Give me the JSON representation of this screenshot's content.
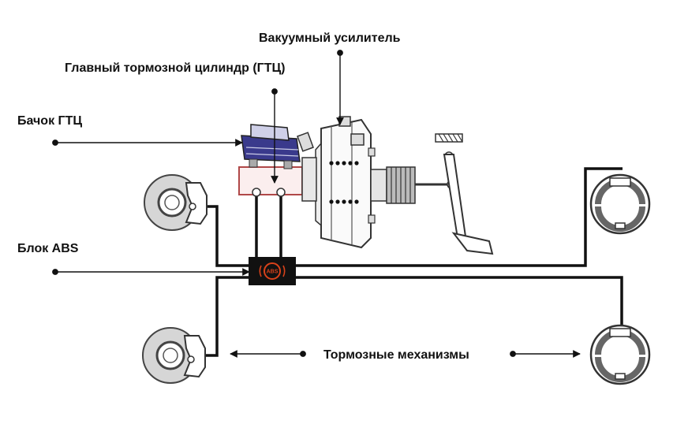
{
  "labels": {
    "vacuum_booster": "Вакуумный усилитель",
    "master_cylinder": "Главный тормозной цилиндр (ГТЦ)",
    "reservoir": "Бачок ГТЦ",
    "abs_unit": "Блок ABS",
    "brake_mechanisms": "Тормозные механизмы"
  },
  "abs_badge": "ABS",
  "colors": {
    "line": "#111111",
    "abs_unit_fill": "#111111",
    "abs_icon": "#d9421a",
    "reservoir_fill": "#3a3a8c",
    "master_cylinder_fill": "#fbeeee",
    "master_cylinder_stroke": "#b04848",
    "part_gray": "#6c6c6c"
  }
}
